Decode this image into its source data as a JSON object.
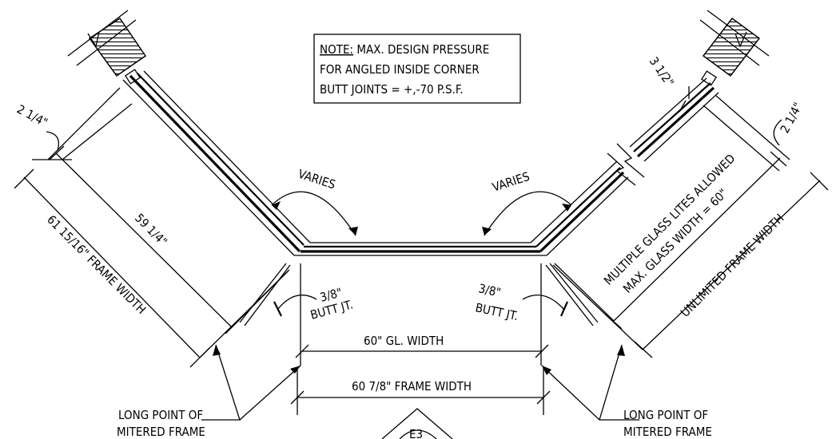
{
  "note": {
    "heading": "NOTE:",
    "line1_rest": " MAX. DESIGN PRESSURE",
    "line2": "FOR ANGLED INSIDE CORNER",
    "line3": "BUTT JOINTS = +,-70 P.S.F."
  },
  "dims": {
    "left_offset": "2 1/4\"",
    "left_glass": "59 1/4\"",
    "left_frame": "61 15/16\" FRAME WIDTH",
    "right_offset_top": "3 1/2\"",
    "right_offset": "2 1/4\"",
    "right_multi_line1": "MULTIPLE GLASS LITES ALLOWED",
    "right_multi_line2": "MAX. GLASS WIDTH = 60\"",
    "right_frame": "UNLIMITED FRAME WIDTH",
    "center_glass": "60\" GL. WIDTH",
    "center_frame": "60 7/8\" FRAME WIDTH"
  },
  "angles": {
    "left": "VARIES",
    "right": "VARIES"
  },
  "joints": {
    "left_line1": "3/8\"",
    "left_line2": "BUTT JT.",
    "right_line1": "3/8\"",
    "right_line2": "BUTT JT."
  },
  "callouts": {
    "left_line1": "LONG POINT OF",
    "left_line2": "MITERED FRAME",
    "right_line1": "LONG POINT OF",
    "right_line2": "MITERED FRAME"
  },
  "section_tag": "E3"
}
